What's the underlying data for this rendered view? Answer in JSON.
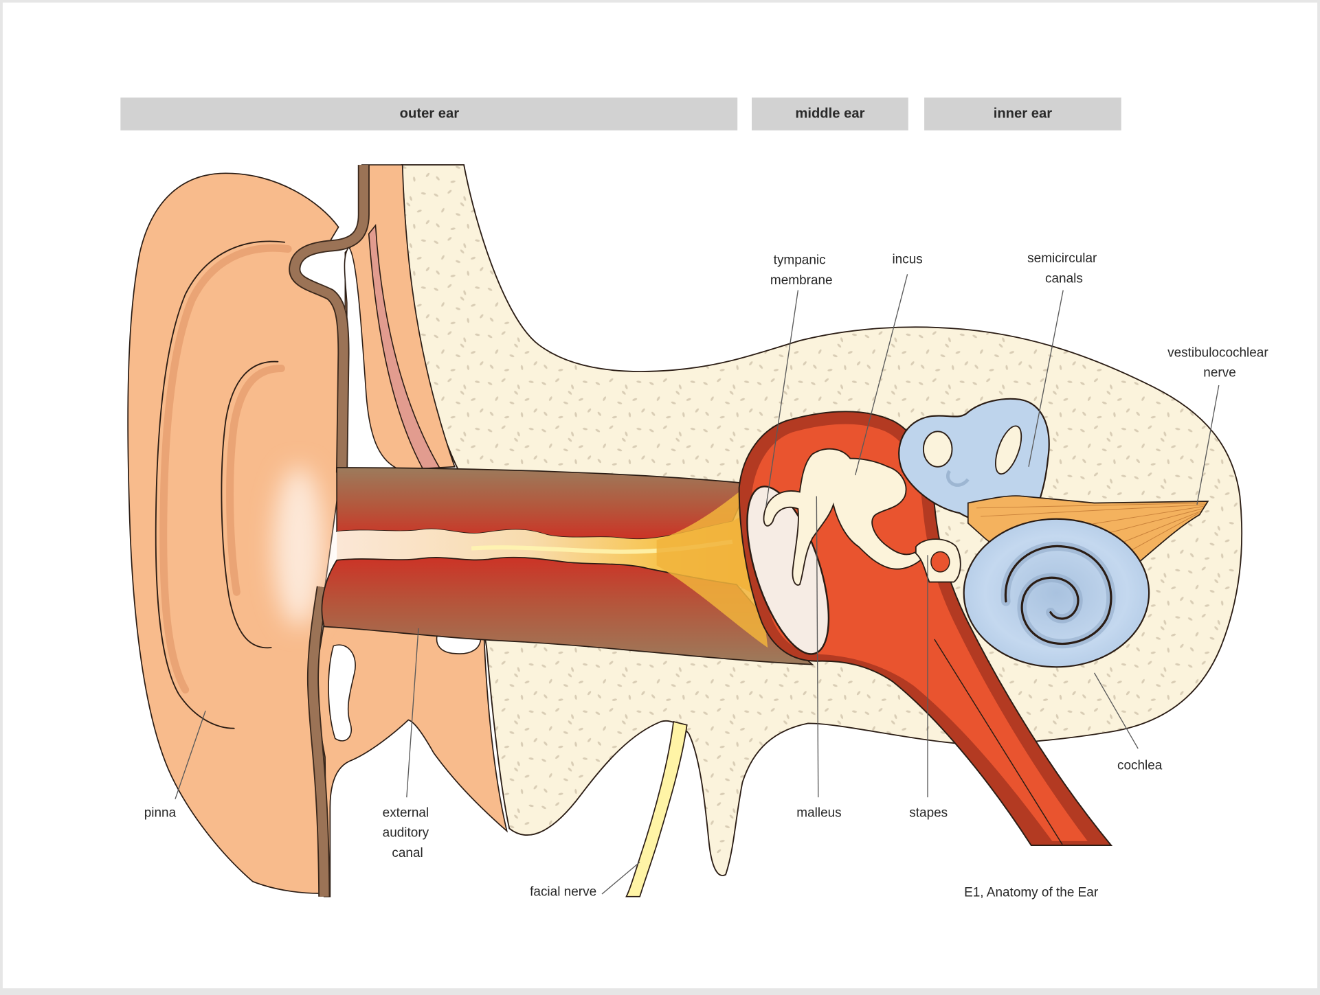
{
  "sections": {
    "outer": "outer ear",
    "middle": "middle ear",
    "inner": "inner ear"
  },
  "labels": {
    "tympanic_membrane": [
      "tympanic",
      "membrane"
    ],
    "incus": "incus",
    "semicircular_canals": [
      "semicircular",
      "canals"
    ],
    "vestibulocochlear_nerve": [
      "vestibulocochlear",
      "nerve"
    ],
    "pinna": "pinna",
    "external_auditory_canal": [
      "external",
      "auditory",
      "canal"
    ],
    "facial_nerve": "facial nerve",
    "malleus": "malleus",
    "stapes": "stapes",
    "cochlea": "cochlea"
  },
  "caption": "E1, Anatomy of the Ear",
  "colors": {
    "header_bar": "#d2d2d2",
    "bone": "#fbf3dc",
    "bone_speckle": "#d9cdb5",
    "skin": "#f8bb8c",
    "cartilage": "#e29c8f",
    "cavity": "#e9542f",
    "cavity_border": "#b33a22",
    "inner_ear": "#bed4ec",
    "nerve": "#f4b25e",
    "facial_nerve": "#fff4a6"
  }
}
